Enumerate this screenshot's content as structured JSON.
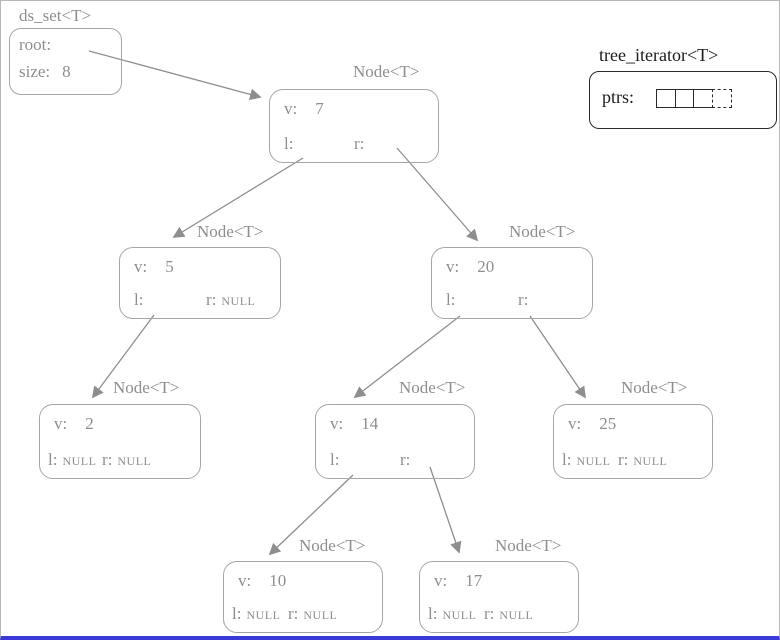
{
  "ds_set": {
    "title": "ds_set<T>",
    "root_label": "root:",
    "size_label": "size:",
    "size_value": "8"
  },
  "iterator": {
    "title": "tree_iterator<T>",
    "ptrs_label": "ptrs:",
    "cell_count": 4
  },
  "labels": {
    "v": "v:",
    "l": "l:",
    "r": "r:"
  },
  "nodes": [
    {
      "title": "Node<T>",
      "v": "7",
      "l": "",
      "r": ""
    },
    {
      "title": "Node<T>",
      "v": "5",
      "l": "",
      "r": "NULL"
    },
    {
      "title": "Node<T>",
      "v": "20",
      "l": "",
      "r": ""
    },
    {
      "title": "Node<T>",
      "v": "2",
      "l": "NULL",
      "r": "NULL"
    },
    {
      "title": "Node<T>",
      "v": "14",
      "l": "",
      "r": ""
    },
    {
      "title": "Node<T>",
      "v": "25",
      "l": "NULL",
      "r": "NULL"
    },
    {
      "title": "Node<T>",
      "v": "10",
      "l": "NULL",
      "r": "NULL"
    },
    {
      "title": "Node<T>",
      "v": "17",
      "l": "NULL",
      "r": "NULL"
    }
  ],
  "edges": [
    "root-to-7",
    "7-left-to-5",
    "7-right-to-20",
    "5-left-to-2",
    "20-left-to-14",
    "20-right-to-25",
    "14-left-to-10",
    "14-right-to-17"
  ],
  "colors": {
    "diagram_gray": "#8e8e8e",
    "iterator_black": "#1c1c1c",
    "bottom_bar_blue": "#3a3ad8"
  }
}
